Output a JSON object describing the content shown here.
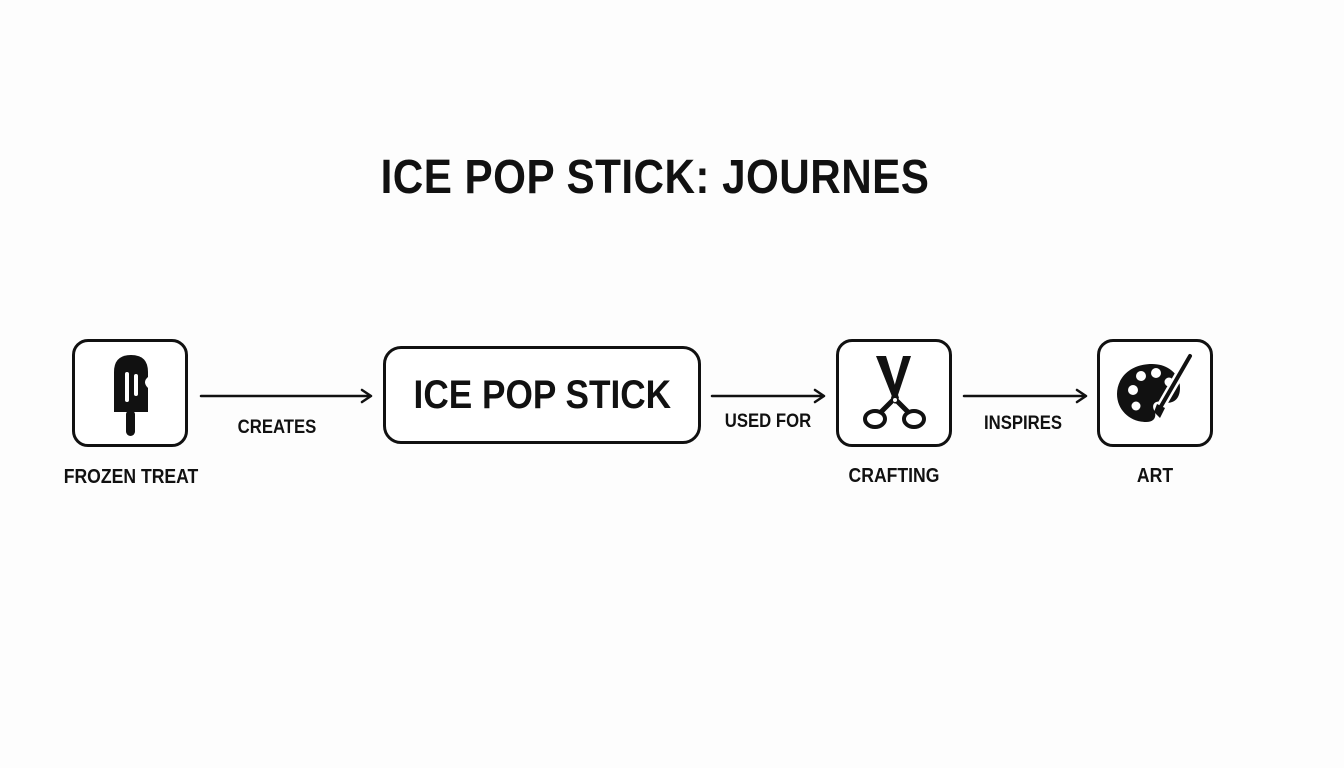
{
  "title": "ICE POP STICK: JOURNES",
  "nodes": {
    "frozen_treat": {
      "label": "FROZEN TREAT",
      "icon": "popsicle-icon"
    },
    "ice_pop_stick": {
      "label": "ICE POP STICK"
    },
    "crafting": {
      "label": "CRAFTING",
      "icon": "scissors-icon"
    },
    "art": {
      "label": "ART",
      "icon": "palette-icon"
    }
  },
  "edges": {
    "creates": "CREATES",
    "used_for": "USED FOR",
    "inspires": "INSPIRES"
  },
  "colors": {
    "stroke": "#111111",
    "background": "#fdfdfd"
  }
}
